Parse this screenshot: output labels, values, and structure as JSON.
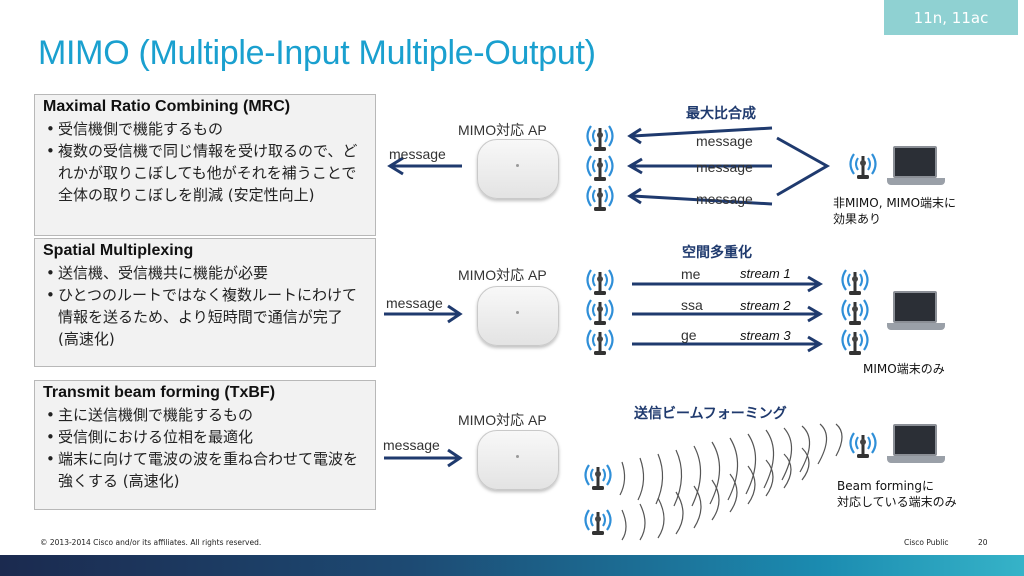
{
  "tag": "11n, 11ac",
  "title": "MIMO (Multiple-Input Multiple-Output)",
  "sections": [
    {
      "heading": "Maximal Ratio Combining (MRC)",
      "bullets": [
        "受信機側で機能するもの",
        "複数の受信機で同じ情報を受け取るので、どれかが取りこぼしても他がそれを補うことで全体の取りこぼしを削減 (安定性向上)"
      ]
    },
    {
      "heading": "Spatial Multiplexing",
      "bullets": [
        "送信機、受信機共に機能が必要",
        "ひとつのルートではなく複数ルートにわけて情報を送るため、より短時間で通信が完了 (高速化)"
      ]
    },
    {
      "heading": "Transmit beam forming (TxBF)",
      "bullets": [
        "主に送信機側で機能するもの",
        "受信側における位相を最適化",
        "端末に向けて電波の波を重ね合わせて電波を強くする (高速化)"
      ]
    }
  ],
  "diagram": {
    "ap_label": "MIMO対応 AP",
    "message": "message",
    "mrc": {
      "heading": "最大比合成",
      "msgs": [
        "message",
        "message",
        "message"
      ],
      "caption_line1": "非MIMO, MIMO端末に",
      "caption_line2": "効果あり"
    },
    "sm": {
      "heading": "空間多重化",
      "parts": [
        "me",
        "ssa",
        "ge"
      ],
      "streams": [
        "stream 1",
        "stream 2",
        "stream 3"
      ],
      "caption": "MIMO端末のみ"
    },
    "bf": {
      "heading": "送信ビームフォーミング",
      "caption_line1": "Beam formingに",
      "caption_line2": "対応している端末のみ"
    }
  },
  "footer": {
    "copyright": "© 2013-2014  Cisco and/or its affiliates. All rights reserved.",
    "public": "Cisco Public",
    "page": "20"
  },
  "colors": {
    "accent": "#1aa0cf",
    "tag_bg": "#8fd1d2",
    "arrow": "#1f3a6e",
    "antenna": "#2f8fd8"
  }
}
